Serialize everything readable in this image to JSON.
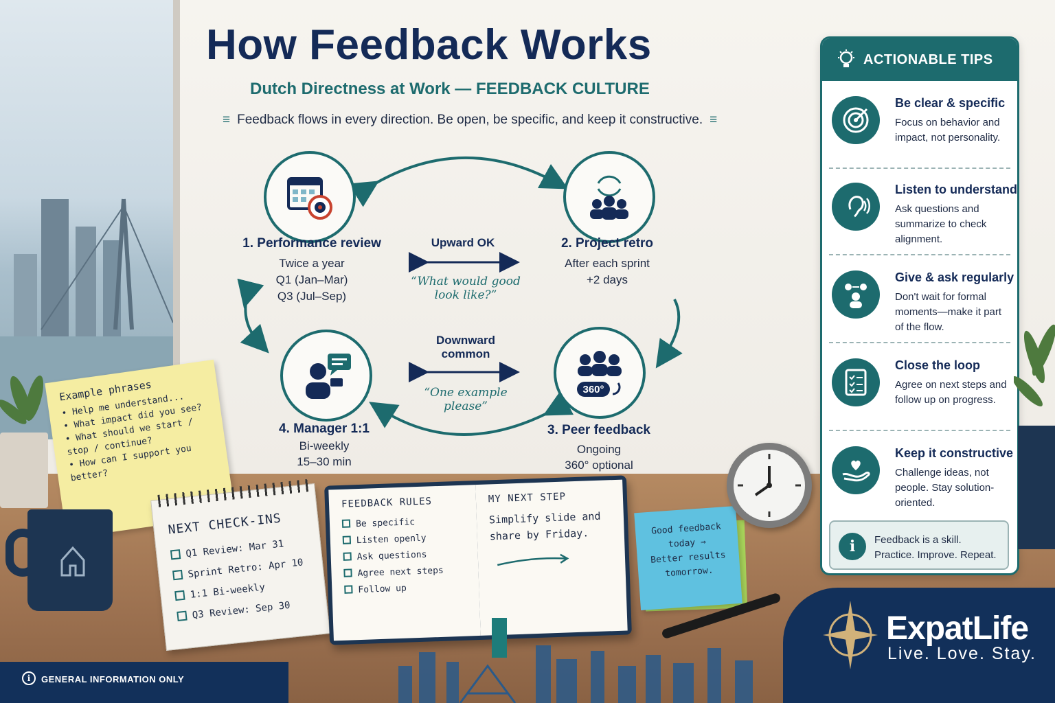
{
  "title": "How Feedback Works",
  "subtitle": "Dutch Directness at Work — FEEDBACK CULTURE",
  "tagline": "Feedback flows in every direction. Be open, be specific, and keep it constructive.",
  "steps": [
    {
      "title": "1. Performance review",
      "lines": [
        "Twice a year",
        "Q1 (Jan–Mar)",
        "Q3 (Jul–Sep)"
      ],
      "icon": "calendar-target-icon"
    },
    {
      "title": "2. Project retro",
      "lines": [
        "After each sprint",
        "+2 days"
      ],
      "icon": "team-cycle-icon"
    },
    {
      "title": "3. Peer feedback",
      "lines": [
        "Ongoing",
        "360° optional"
      ],
      "icon": "group-360-icon",
      "badge": "360°"
    },
    {
      "title": "4. Manager 1:1",
      "lines": [
        "Bi-weekly",
        "15–30 min"
      ],
      "icon": "person-chat-icon"
    }
  ],
  "middle": {
    "upward_label": "Upward OK",
    "upward_quote": "“What would good look like?”",
    "downward_label": "Downward common",
    "downward_quote": "“One example please”"
  },
  "tips": {
    "header": "ACTIONABLE TIPS",
    "items": [
      {
        "title": "Be clear & specific",
        "body": "Focus on behavior and impact, not personality.",
        "icon": "target-icon"
      },
      {
        "title": "Listen to understand",
        "body": "Ask questions and summarize to check alignment.",
        "icon": "ear-icon"
      },
      {
        "title": "Give & ask regularly",
        "body": "Don't wait for formal moments—make it part of the flow.",
        "icon": "exchange-people-icon"
      },
      {
        "title": "Close the loop",
        "body": "Agree on next steps and follow up on progress.",
        "icon": "checklist-icon"
      },
      {
        "title": "Keep it constructive",
        "body": "Challenge ideas, not people. Stay solution-oriented.",
        "icon": "heart-hand-icon"
      }
    ],
    "note_line1": "Feedback is a skill.",
    "note_line2": "Practice. Improve. Repeat."
  },
  "sticky_yellow": {
    "heading": "Example phrases",
    "items": [
      "Help me understand...",
      "What impact did you see?",
      "What should we start / stop / continue?",
      "How can I support you better?"
    ]
  },
  "calendar": {
    "heading": "NEXT CHECK-INS",
    "items": [
      "Q1 Review: Mar 31",
      "Sprint Retro: Apr 10",
      "1:1 Bi-weekly",
      "Q3 Review: Sep 30"
    ]
  },
  "notebook": {
    "left_heading": "FEEDBACK RULES",
    "left_items": [
      "Be specific",
      "Listen openly",
      "Ask questions",
      "Agree next steps",
      "Follow up"
    ],
    "right_heading": "MY NEXT STEP",
    "right_note": "Simplify slide and share by Friday."
  },
  "sticky_blue": {
    "line1": "Good feedback",
    "line2": "today ⇒",
    "line3": "Better results",
    "line4": "tomorrow."
  },
  "brand": {
    "name": "ExpatLife",
    "slogan": "Live. Love. Stay."
  },
  "footer": {
    "text": "GENERAL INFORMATION ONLY"
  },
  "colors": {
    "navy": "#142a57",
    "teal": "#1d6b6e",
    "brand_bg": "#12305a"
  }
}
